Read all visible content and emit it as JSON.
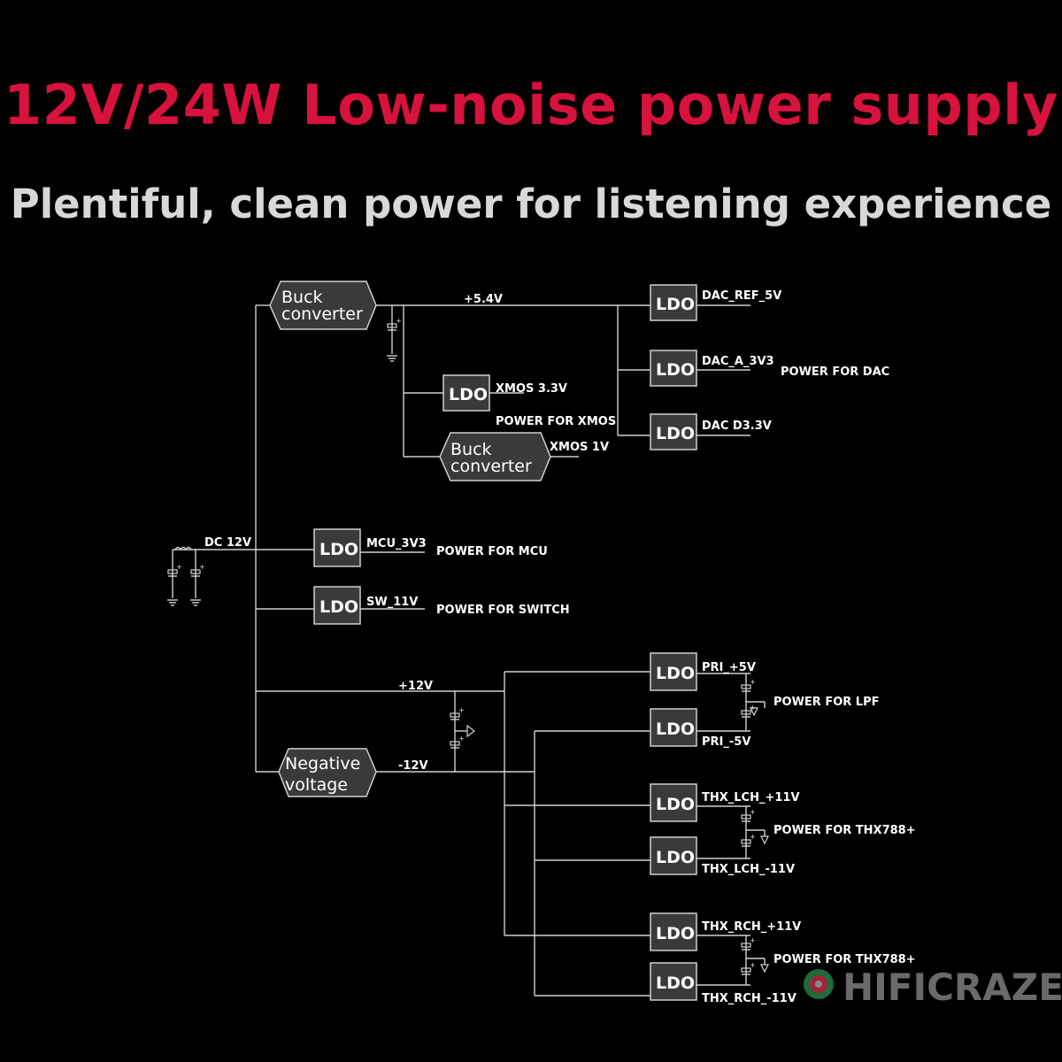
{
  "title": "12V/24W Low-noise power supply",
  "subtitle": "Plentiful, clean power for listening experience",
  "diagram": {
    "input_label": "DC 12V",
    "ldo_label": "LDO",
    "buck1": {
      "line1": "Buck",
      "line2": "converter"
    },
    "buck2": {
      "line1": "Buck",
      "line2": "converter"
    },
    "negative": {
      "line1": "Negative",
      "line2": "voltage"
    },
    "rail_5v4": "+5.4V",
    "rail_p12": "+12V",
    "rail_n12": "-12V",
    "xmos_3v3": "XMOS 3.3V",
    "xmos_1v": "XMOS 1V",
    "power_xmos": "POWER FOR XMOS",
    "dac_ref": "DAC_REF_5V",
    "dac_a": "DAC_A_3V3",
    "dac_d": "DAC D3.3V",
    "power_dac": "POWER FOR DAC",
    "mcu": "MCU_3V3",
    "power_mcu": "POWER FOR MCU",
    "sw": "SW_11V",
    "power_switch": "POWER FOR SWITCH",
    "pri_p": "PRI_+5V",
    "pri_n": "PRI_-5V",
    "power_lpf": "POWER FOR LPF",
    "lch_p": "THX_LCH_+11V",
    "lch_n": "THX_LCH_-11V",
    "power_thx_l": "POWER FOR THX788+",
    "rch_p": "THX_RCH_+11V",
    "rch_n": "THX_RCH_-11V",
    "power_thx_r": "POWER FOR THX788+"
  },
  "watermark": "HIFICRAZE",
  "colors": {
    "title": "#d6123d",
    "subtitle": "#d8d8d8",
    "background": "#000000"
  }
}
